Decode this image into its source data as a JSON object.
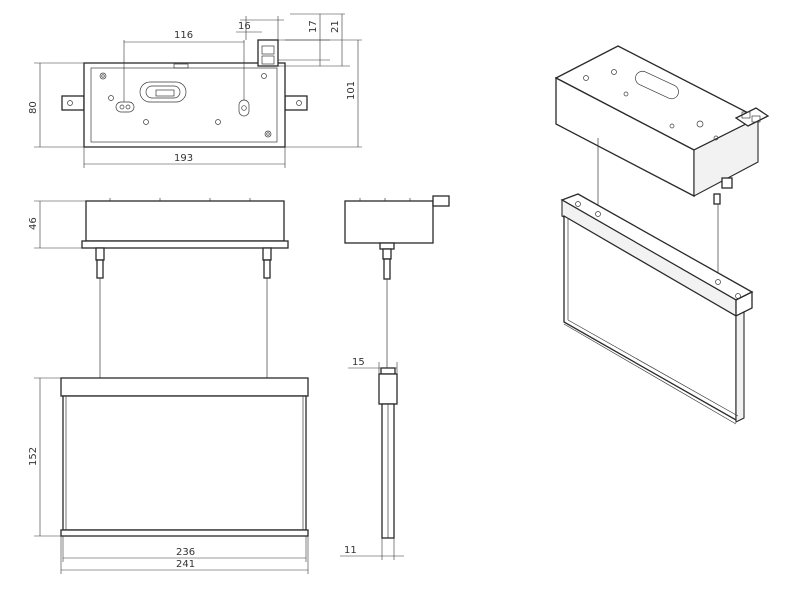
{
  "dimensions": {
    "top_inner_width": "116",
    "top_offset_small": "16",
    "top_offset_17": "17",
    "top_offset_21": "21",
    "top_height_left": "80",
    "top_height_right": "101",
    "top_width": "193",
    "housing_height": "46",
    "panel_height": "152",
    "panel_inner_width": "236",
    "panel_outer_width": "241",
    "side_width_top": "15",
    "side_width_bottom": "11"
  }
}
